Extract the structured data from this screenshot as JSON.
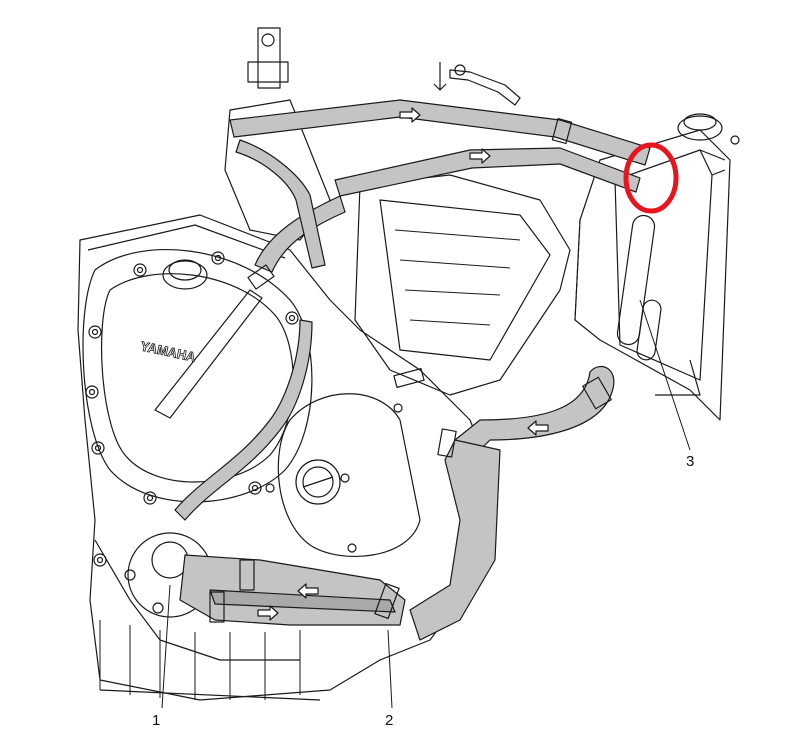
{
  "callouts": {
    "one": "1",
    "two": "2",
    "three": "3"
  },
  "engine": {
    "clutch_cover_text": "YAMAHA"
  },
  "colors": {
    "line": "#1a1a1a",
    "hose_fill": "#c4c4c4",
    "highlight": "#e8141e",
    "background": "#ffffff"
  }
}
